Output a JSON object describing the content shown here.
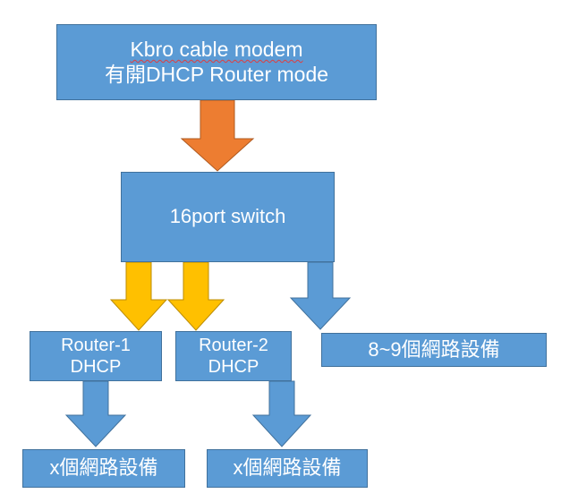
{
  "modem": {
    "line1": "Kbro cable modem",
    "line2": "有開DHCP Router mode"
  },
  "switch": {
    "label": "16port switch"
  },
  "router1": {
    "line1": "Router-1",
    "line2": "DHCP"
  },
  "router2": {
    "line1": "Router-2",
    "line2": "DHCP"
  },
  "devices_8_9": {
    "label": "8~9個網路設備"
  },
  "devices_x_1": {
    "label": "x個網路設備"
  },
  "devices_x_2": {
    "label": "x個網路設備"
  },
  "colors": {
    "box_fill": "#5b9bd5",
    "box_border": "#41719c",
    "arrow_orange": "#ed7d31",
    "arrow_yellow": "#ffc000",
    "arrow_blue": "#5b9bd5"
  }
}
